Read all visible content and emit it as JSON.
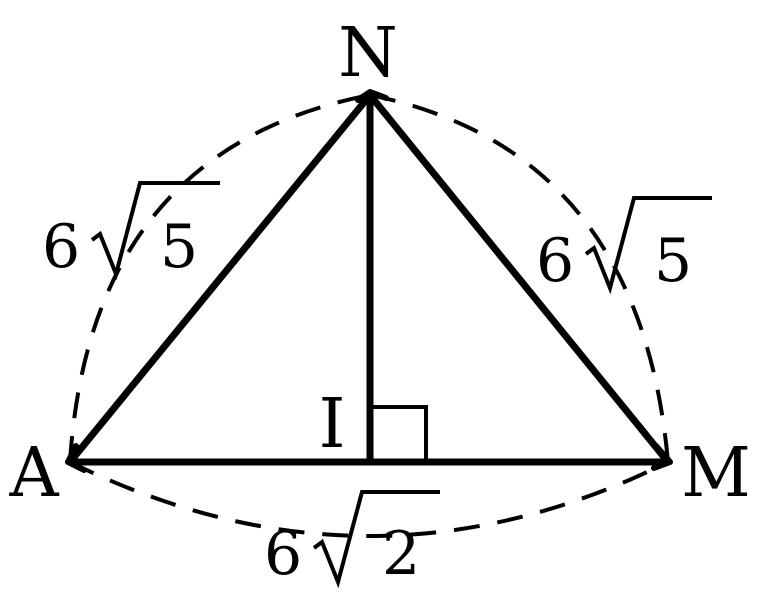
{
  "points": {
    "N": "N",
    "A": "A",
    "M": "M",
    "I": "I"
  },
  "lengths": {
    "AN": {
      "coef": "6",
      "radicand": "5"
    },
    "NM": {
      "coef": "6",
      "radicand": "5"
    },
    "AM": {
      "coef": "6",
      "radicand": "2"
    }
  },
  "colors": {
    "stroke": "#000000",
    "background": "#ffffff"
  }
}
